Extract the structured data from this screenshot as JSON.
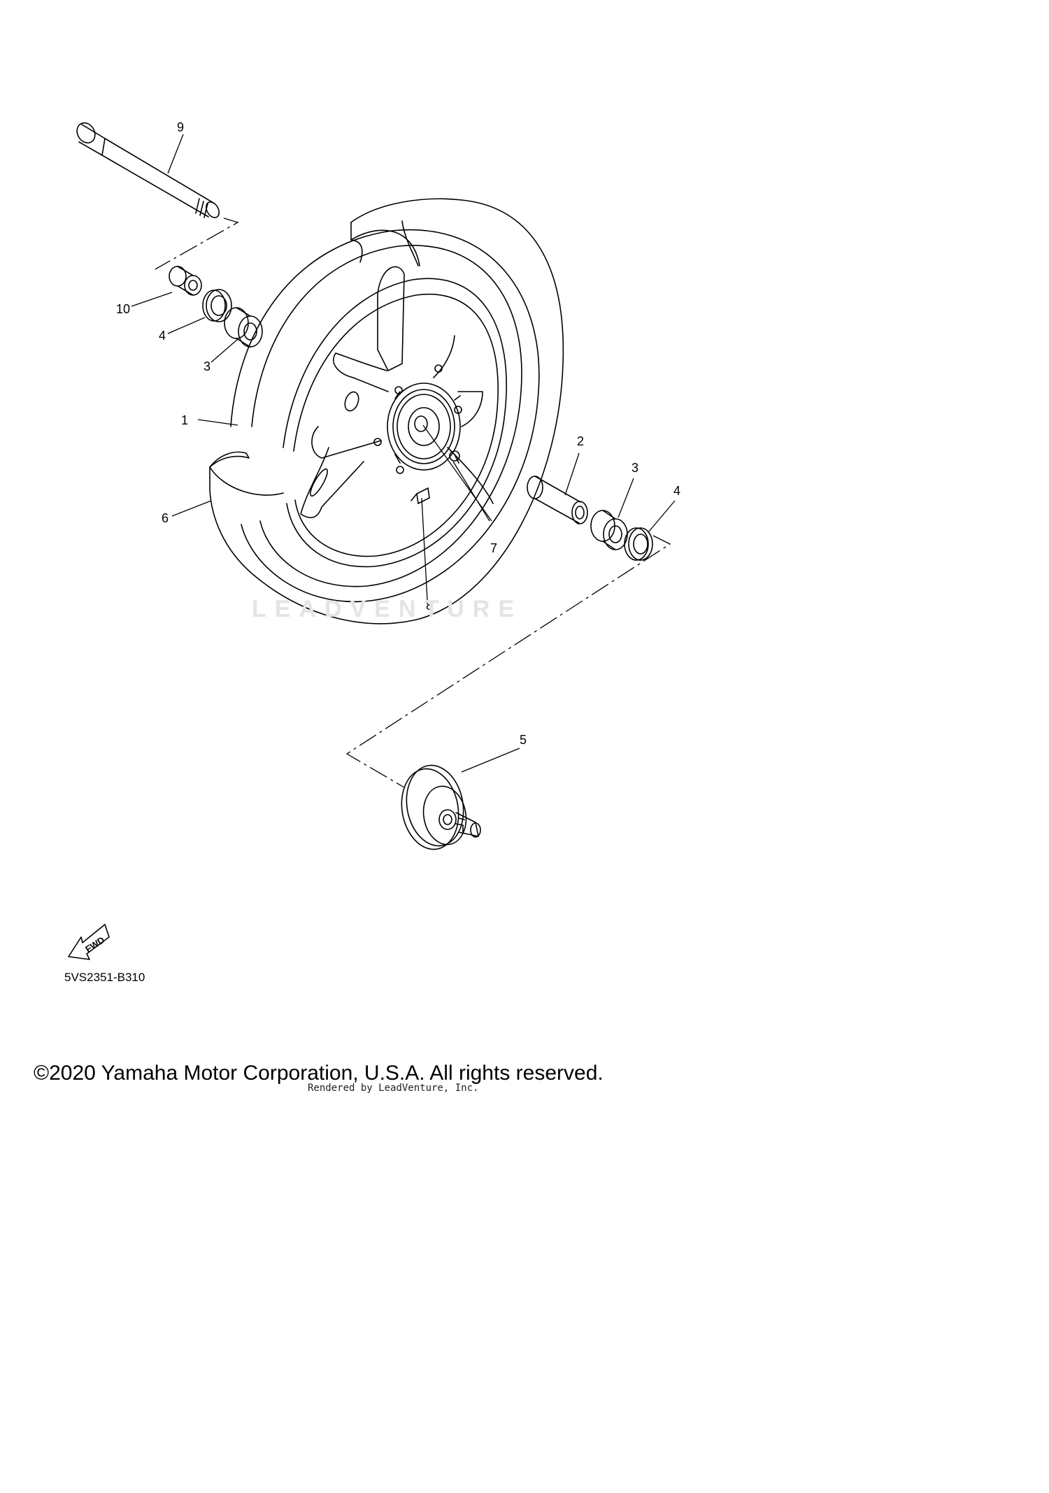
{
  "diagram": {
    "callouts": [
      "1",
      "2",
      "3",
      "3",
      "4",
      "4",
      "5",
      "6",
      "7",
      "8",
      "9",
      "10"
    ],
    "fwd_label": "FWD",
    "part_code": "5VS2351-B310",
    "watermark": "LEADVENTURE"
  },
  "footer": {
    "copyright": "©2020 Yamaha Motor Corporation, U.S.A. All rights reserved.",
    "rendered_by": "Rendered by LeadVenture, Inc."
  }
}
